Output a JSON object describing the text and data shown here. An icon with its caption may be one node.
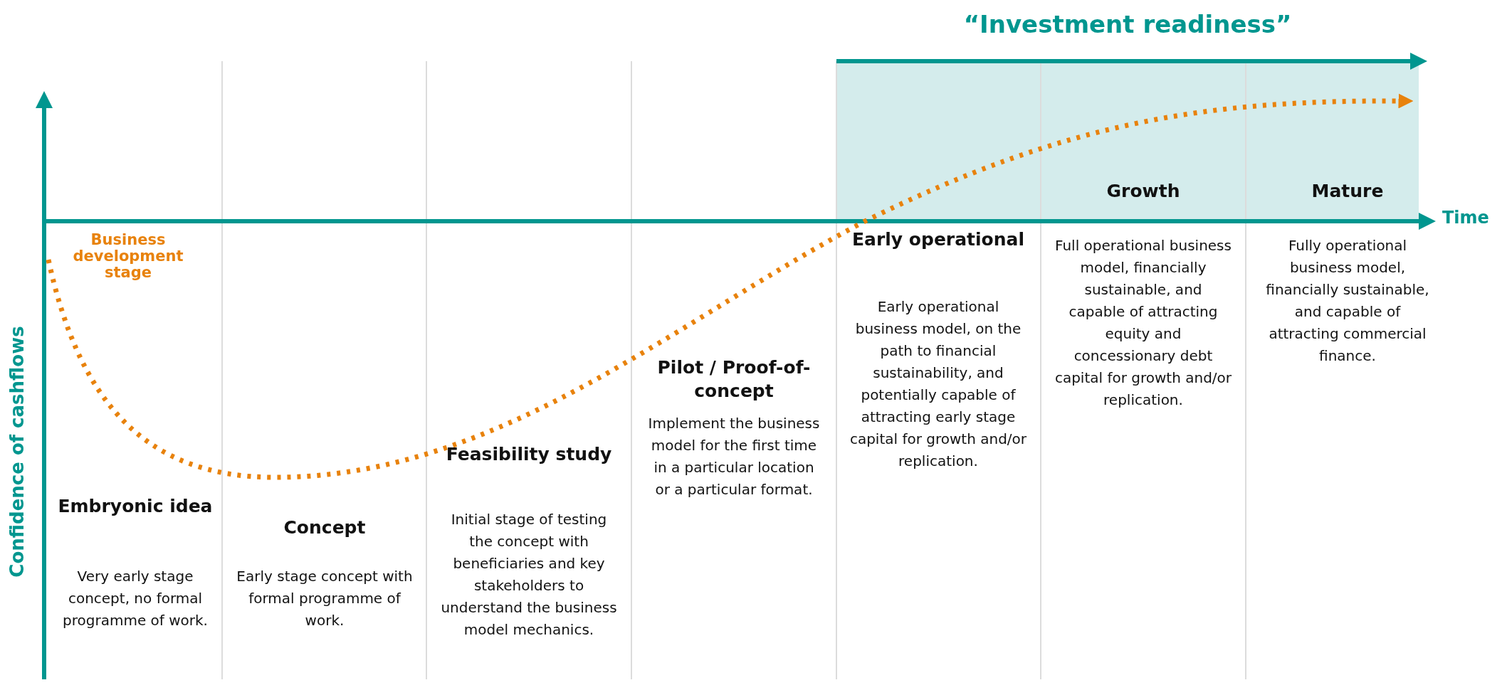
{
  "diagram": {
    "nodes": [
      {
        "text": [
          "Embryonic idea",
          "Very early stage concept, no formal programme of work."
        ]
      },
      {
        "text": [
          "Concept",
          "Early stage concept with formal programme of work."
        ]
      },
      {
        "text": [
          "Feasibility study",
          "Initial stage of testing the concept with beneficiaries and key stakeholders to understand the business model mechanics."
        ]
      },
      {
        "text": [
          "Pilot / Proof-of-concept",
          "Implement the business model for the first time in a particular location or a particular format."
        ]
      },
      {
        "text": [
          "Early operational",
          "Early operational business model, on the path to financial sustainability, and potentially capable of attracting early stage capital for growth and/or replication."
        ]
      },
      {
        "text": [
          "Growth",
          "Full operational business model, financially sustainable, and capable of attracting equity and concessionary debt capital for growth and/or replication."
        ]
      },
      {
        "text": [
          "Mature",
          "Fully operational business model, financially sustainable, and capable of attracting commercial finance."
        ]
      }
    ],
    "edges": [],
    "labels": [
      "“Investment readiness”",
      "Time",
      "Business development stage",
      "Confidence of cashflows"
    ]
  }
}
